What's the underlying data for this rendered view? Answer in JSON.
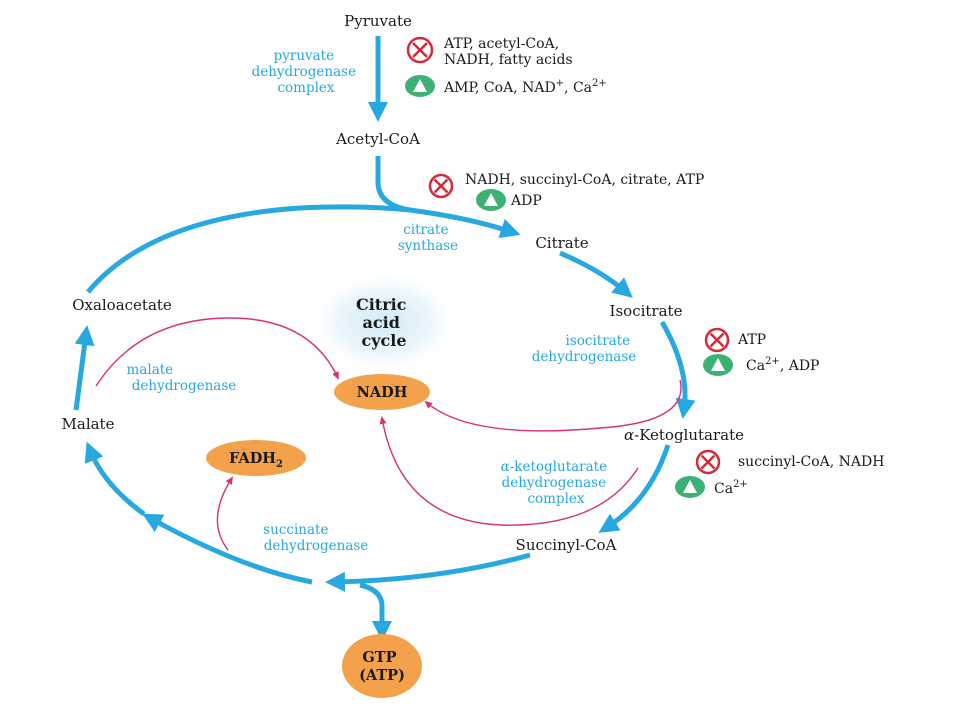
{
  "colors": {
    "cycle_blue": "#27a8e0",
    "enzyme_text": "#27a8e0",
    "magenta_arrow": "#d6317a",
    "inhibit_red": "#d42a3a",
    "activate_green": "#3bb273",
    "product_orange": "#f3a24b"
  },
  "center_label": {
    "line1": "Citric",
    "line2": "acid",
    "line3": "cycle"
  },
  "metabolites": {
    "pyruvate": "Pyruvate",
    "acetyl_coa": "Acetyl-CoA",
    "citrate": "Citrate",
    "isocitrate": "Isocitrate",
    "alpha_ketoglutarate_symbol": "α",
    "alpha_ketoglutarate_rest": "-Ketoglutarate",
    "succinyl_coa": "Succinyl-CoA",
    "malate": "Malate",
    "oxaloacetate": "Oxaloacetate"
  },
  "enzymes": {
    "pdh": [
      "pyruvate",
      "dehydrogenase",
      "complex"
    ],
    "citrate_synthase": [
      "citrate",
      "synthase"
    ],
    "isocitrate_dh": [
      "isocitrate",
      "dehydrogenase"
    ],
    "akg_dh_symbol": "α",
    "akg_dh": [
      "-ketoglutarate",
      "dehydrogenase",
      "complex"
    ],
    "succinate_dh": [
      "succinate",
      "dehydrogenase"
    ],
    "malate_dh": [
      "malate",
      "dehydrogenase"
    ]
  },
  "regulation": {
    "pdh_inhibitors_line1": "ATP, acetyl-CoA,",
    "pdh_inhibitors_line2": "NADH, fatty acids",
    "pdh_activators_main": "AMP, CoA, NAD",
    "pdh_activators_sup1": "+",
    "pdh_activators_sep": ", Ca",
    "pdh_activators_sup2": "2+",
    "cs_inhibitors": "NADH, succinyl-CoA, citrate, ATP",
    "cs_activators": "ADP",
    "idh_inhibitors": "ATP",
    "idh_activators_ca": "Ca",
    "idh_activators_sup": "2+",
    "idh_activators_rest": ", ADP",
    "akgdh_inhibitors": "succinyl-CoA, NADH",
    "akgdh_activators_ca": "Ca",
    "akgdh_activators_sup": "2+"
  },
  "products": {
    "nadh": "NADH",
    "fadh2_main": "FADH",
    "fadh2_sub": "2",
    "gtp": "GTP",
    "atp": "(ATP)"
  }
}
